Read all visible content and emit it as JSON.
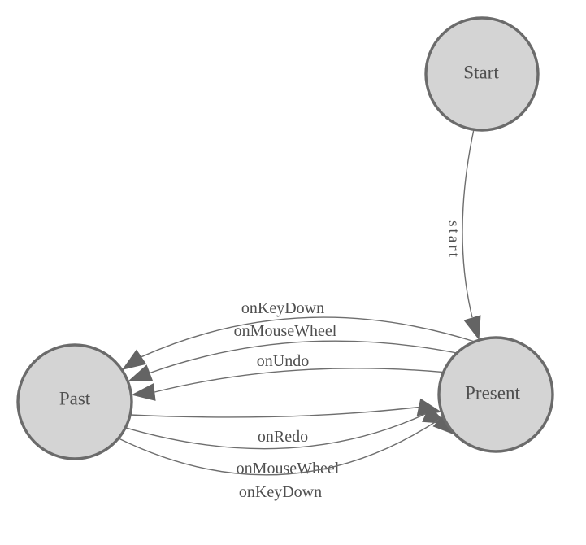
{
  "diagram": {
    "type": "state-machine",
    "background_color": "#ffffff",
    "colors": {
      "node_fill": "#d4d4d4",
      "node_stroke": "#6b6b6b",
      "edge_stroke": "#6e6e6e",
      "arrow_fill": "#646464",
      "text": "#4f4f4f"
    },
    "nodes": [
      {
        "id": "start",
        "label": "Start"
      },
      {
        "id": "past",
        "label": "Past"
      },
      {
        "id": "present",
        "label": "Present"
      }
    ],
    "edges": [
      {
        "from": "Start",
        "to": "Present",
        "label": "start"
      },
      {
        "from": "Present",
        "to": "Past",
        "label": "onKeyDown"
      },
      {
        "from": "Present",
        "to": "Past",
        "label": "onMouseWheel"
      },
      {
        "from": "Present",
        "to": "Past",
        "label": "onUndo"
      },
      {
        "from": "Past",
        "to": "Present",
        "label": "onRedo"
      },
      {
        "from": "Past",
        "to": "Present",
        "label": "onMouseWheel"
      },
      {
        "from": "Past",
        "to": "Present",
        "label": "onKeyDown"
      }
    ]
  }
}
